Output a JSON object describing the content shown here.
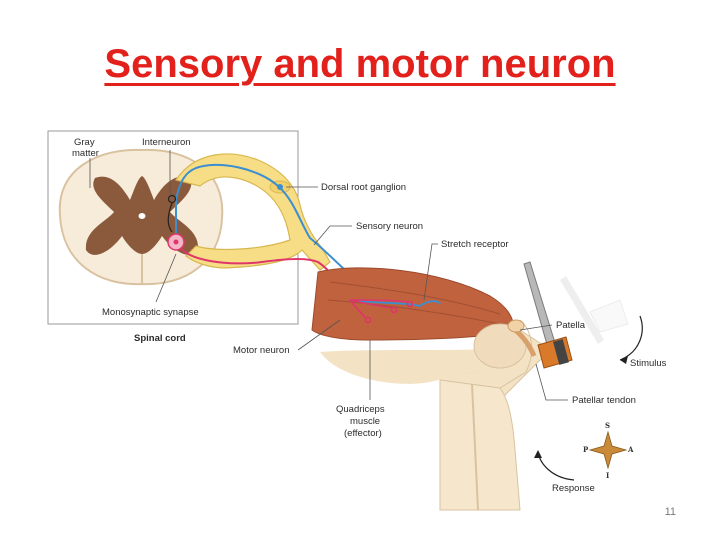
{
  "slide": {
    "title": "Sensory and motor neuron",
    "page_number": "11"
  },
  "figure": {
    "labels": {
      "gray_matter_1": "Gray",
      "gray_matter_2": "matter",
      "interneuron": "Interneuron",
      "dorsal_root_ganglion": "Dorsal root ganglion",
      "sensory_neuron": "Sensory neuron",
      "stretch_receptor": "Stretch receptor",
      "monosynaptic_synapse": "Monosynaptic synapse",
      "spinal_cord": "Spinal cord",
      "patella": "Patella",
      "stimulus": "Stimulus",
      "motor_neuron": "Motor neuron",
      "patellar_tendon": "Patellar tendon",
      "quadriceps_1": "Quadriceps",
      "quadriceps_2": "muscle",
      "quadriceps_3": "(effector)",
      "response": "Response"
    },
    "compass": {
      "s": "S",
      "p": "P",
      "a": "A",
      "i": "I"
    },
    "colors": {
      "sensory": "#3b8ed0",
      "motor": "#e0356a",
      "nerve": "#f6dd86",
      "gray_matter": "#8b5a3c",
      "muscle": "#c0623e",
      "bone": "#f3e3c4"
    }
  }
}
